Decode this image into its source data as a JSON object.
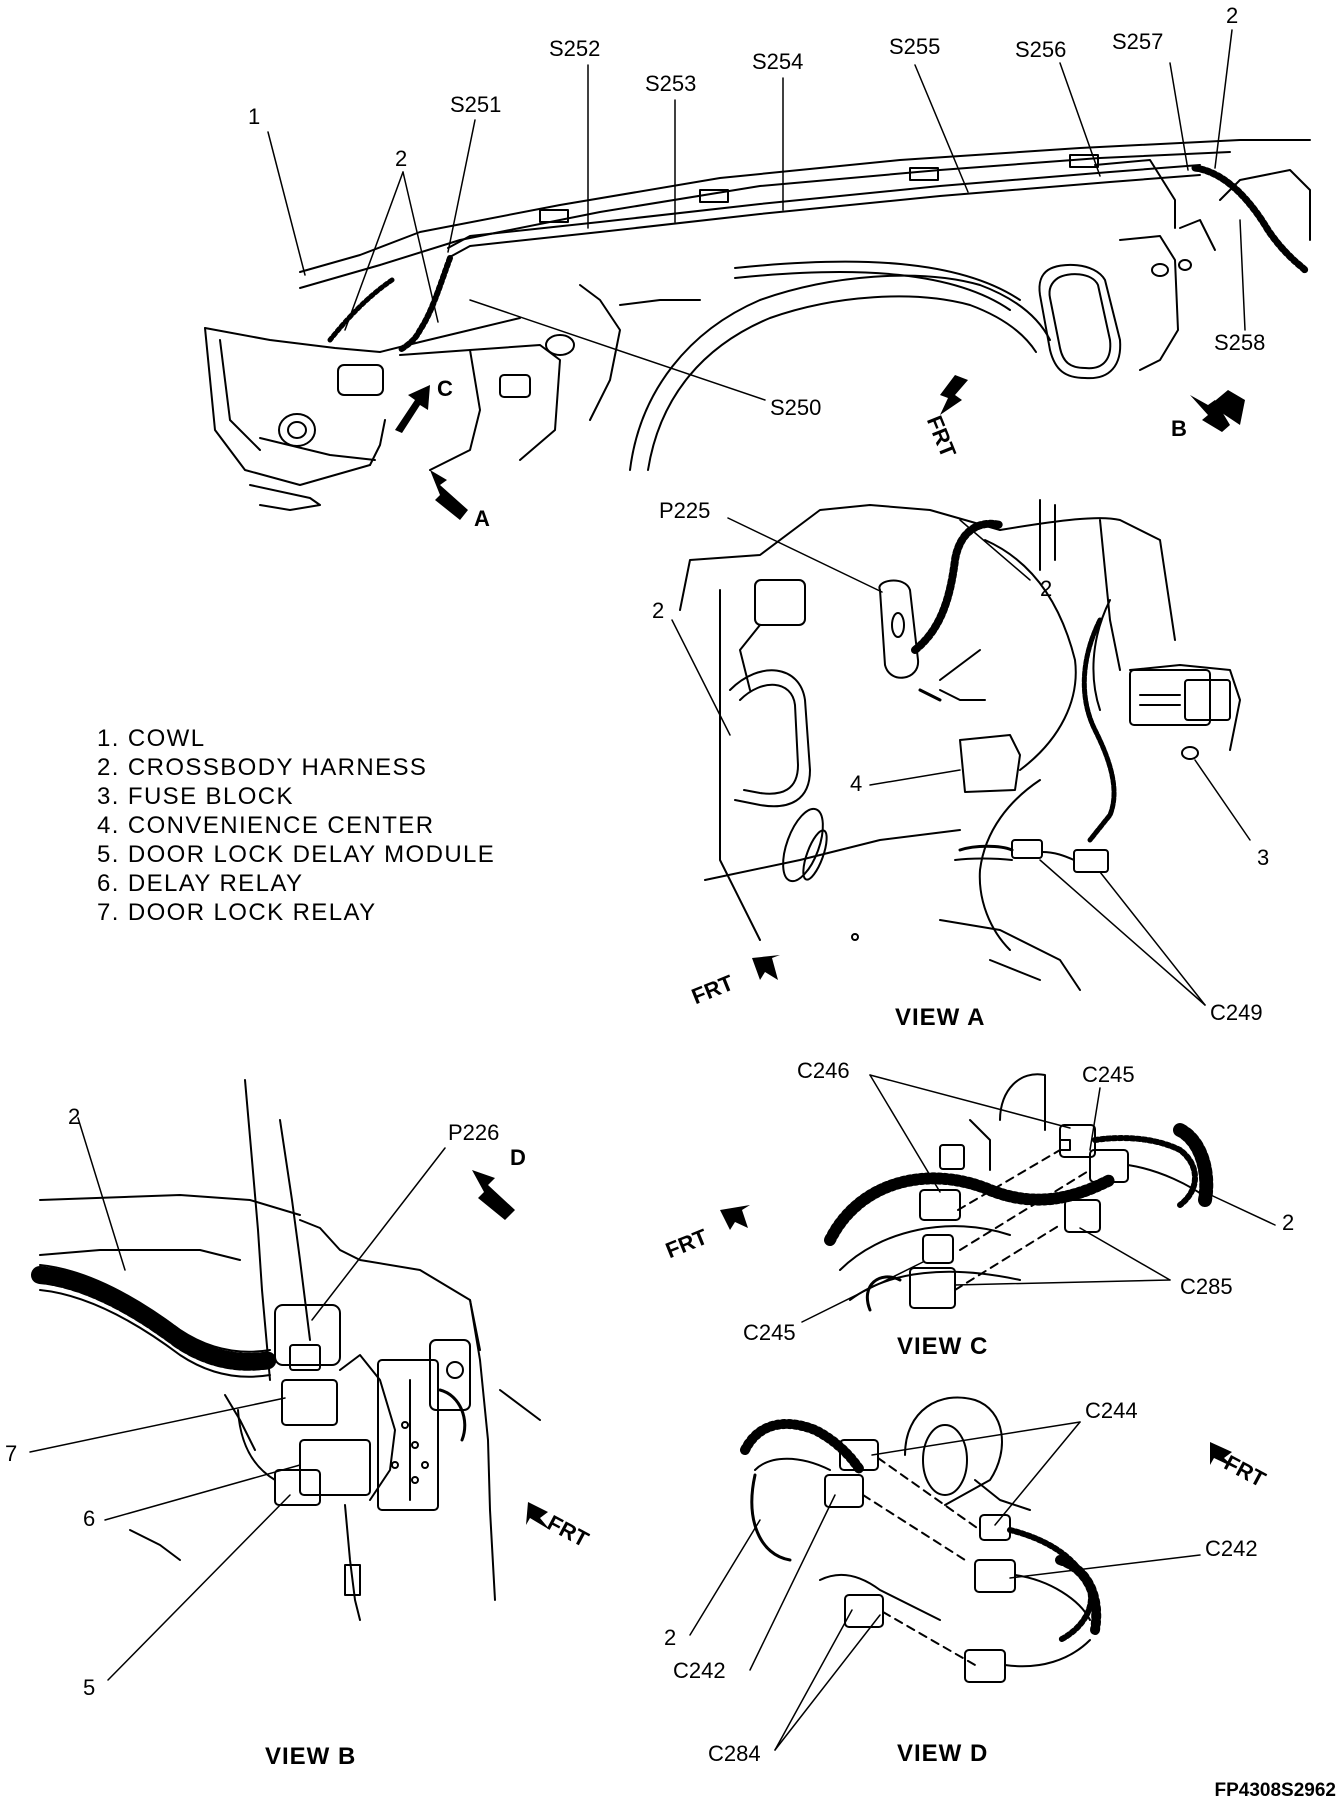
{
  "splices": {
    "s250": "S250",
    "s251": "S251",
    "s252": "S252",
    "s253": "S253",
    "s254": "S254",
    "s255": "S255",
    "s256": "S256",
    "s257": "S257",
    "s258": "S258"
  },
  "callouts": {
    "one": "1",
    "two": "2",
    "three": "3",
    "four": "4",
    "five": "5",
    "six": "6",
    "seven": "7"
  },
  "view_arrows": {
    "a": "A",
    "b": "B",
    "c": "C",
    "d": "D"
  },
  "frt": "FRT",
  "connectors": {
    "p225": "P225",
    "p226": "P226",
    "c249": "C249",
    "c246": "C246",
    "c245": "C245",
    "c285": "C285",
    "c244": "C244",
    "c242": "C242",
    "c284": "C284"
  },
  "legend": [
    "1. COWL",
    "2. CROSSBODY HARNESS",
    "3. FUSE BLOCK",
    "4. CONVENIENCE CENTER",
    "5. DOOR LOCK DELAY MODULE",
    "6. DELAY RELAY",
    "7. DOOR LOCK RELAY"
  ],
  "views": {
    "a": "VIEW  A",
    "b": "VIEW  B",
    "c": "VIEW  C",
    "d": "VIEW  D"
  },
  "figure_code": "FP4308S2962"
}
